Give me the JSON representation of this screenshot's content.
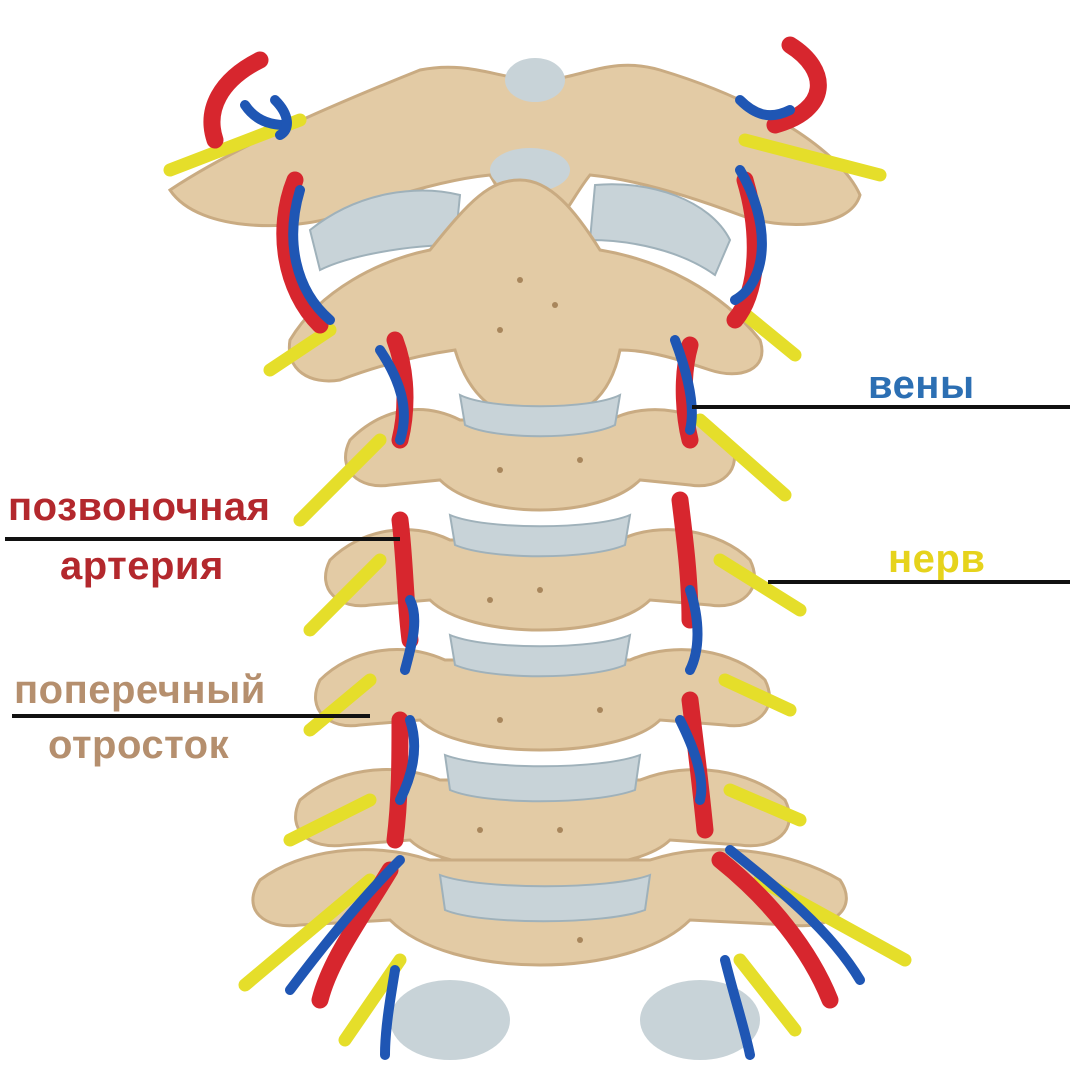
{
  "colors": {
    "background": "#ffffff",
    "bone": "#e3cba5",
    "bone_shadow": "#c9ab82",
    "disc": "#c8d3d8",
    "disc_line": "#9fb1ba",
    "artery": "#d7262e",
    "vein": "#1f56b4",
    "nerve": "#e5de2a",
    "leader_line": "#111111"
  },
  "labels": {
    "veins": {
      "text": "вены",
      "color": "#2c6fb3"
    },
    "artery": {
      "line1": "позвоночная",
      "line2": "артерия",
      "color": "#b3282d"
    },
    "nerve": {
      "text": "нерв",
      "color": "#e6d31c"
    },
    "process": {
      "line1": "поперечный",
      "line2": "отросток",
      "color": "#b58f6e"
    }
  }
}
